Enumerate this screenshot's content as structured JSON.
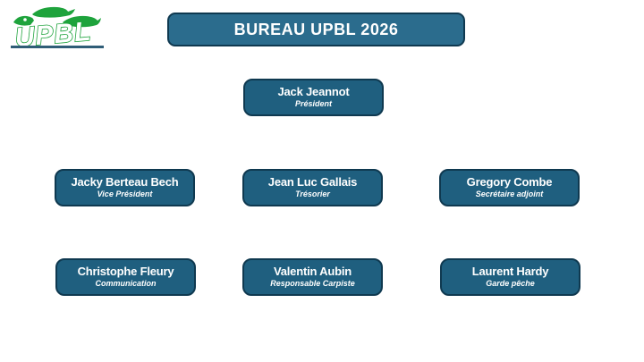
{
  "theme": {
    "bg": "#ffffff",
    "title_fill": "#2b6c8d",
    "node_fill": "#1f5f7f",
    "border": "#0f3950",
    "text": "#ffffff",
    "logo_green": "#1ea33c",
    "underline": "#2f5d77"
  },
  "logo": {
    "text": "UPBL"
  },
  "title": {
    "label": "BUREAU UPBL 2026"
  },
  "org_chart": {
    "type": "org-tree",
    "members": [
      {
        "name": "Jack Jeannot",
        "role": "Président",
        "row": 1
      },
      {
        "name": "Jacky Berteau Bech",
        "role": "Vice Président",
        "row": 2
      },
      {
        "name": "Jean Luc Gallais",
        "role": "Trésorier",
        "row": 2
      },
      {
        "name": "Gregory Combe",
        "role": "Secrétaire adjoint",
        "row": 2
      },
      {
        "name": "Christophe Fleury",
        "role": "Communication",
        "row": 3
      },
      {
        "name": "Valentin Aubin",
        "role": "Responsable Carpiste",
        "row": 3
      },
      {
        "name": "Laurent Hardy",
        "role": "Garde pêche",
        "row": 3
      }
    ]
  }
}
